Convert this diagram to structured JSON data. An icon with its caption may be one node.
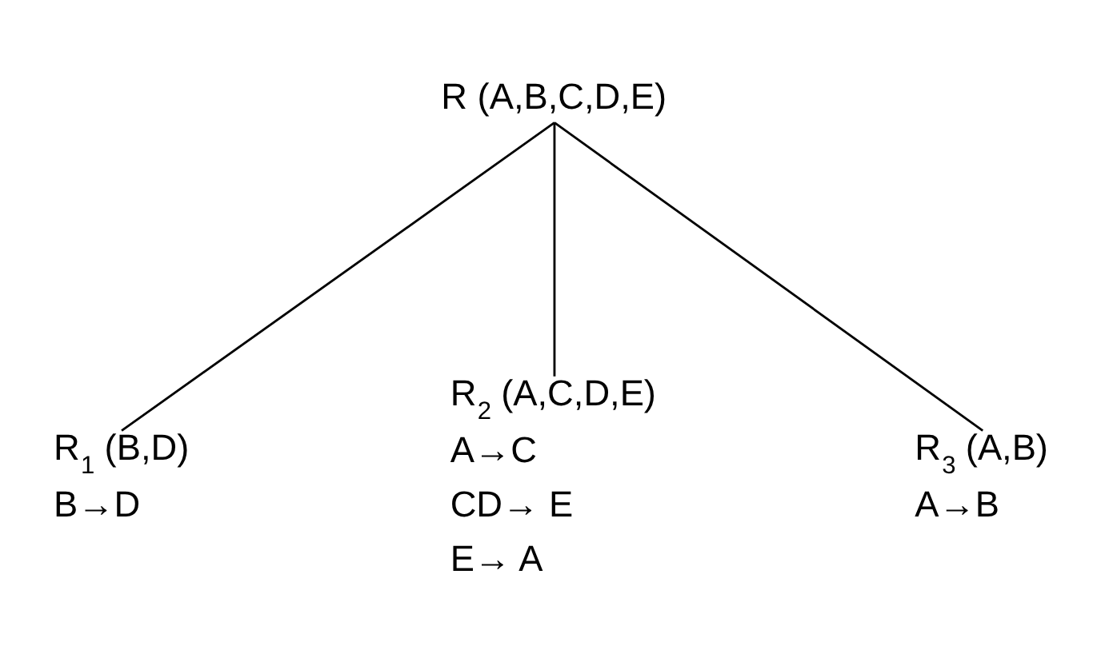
{
  "diagram": {
    "nodes": [
      {
        "text": [
          "R (A,B,C,D,E)"
        ]
      },
      {
        "text": [
          "R$_{1}$ (B,D)"
        ],
        "beside": [
          "B→D"
        ]
      },
      {
        "text": [
          "R$_{2}$ (A,C,D,E)"
        ],
        "beside": [
          "A→C",
          "CD→ E",
          "E→ A"
        ]
      },
      {
        "text": [
          "R$_{3}$ (A,B)"
        ],
        "beside": [
          "A→B"
        ]
      }
    ],
    "edges": [
      {
        "from": 0,
        "to": 1,
        "arrow": "none"
      },
      {
        "from": 0,
        "to": 2,
        "arrow": "none"
      },
      {
        "from": 0,
        "to": 3,
        "arrow": "none"
      }
    ]
  }
}
